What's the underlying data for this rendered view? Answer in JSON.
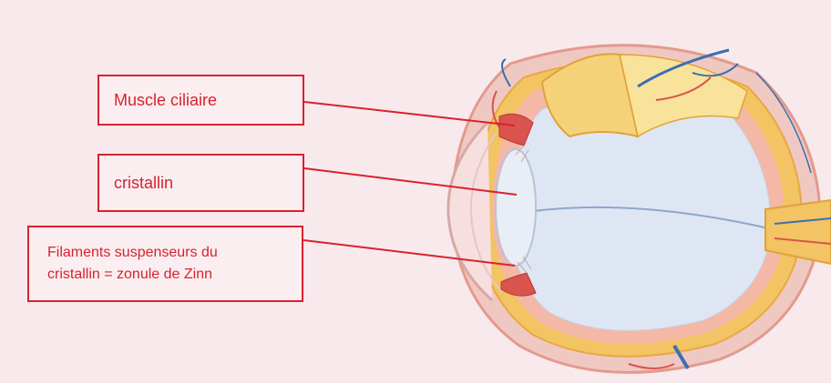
{
  "labels": {
    "muscle": "Muscle ciliaire",
    "lens": "cristallin",
    "zonule_line1": "Filaments suspenseurs du",
    "zonule_line2": "cristallin = zonule de Zinn"
  },
  "colors": {
    "background": "#f8e9ec",
    "label_red": "#d8222e",
    "sclera_yellow": "#f2c463",
    "vitreous": "#dfe6f3",
    "vessel_blue": "#3a6fb5",
    "muscle_red": "#d9534f"
  }
}
